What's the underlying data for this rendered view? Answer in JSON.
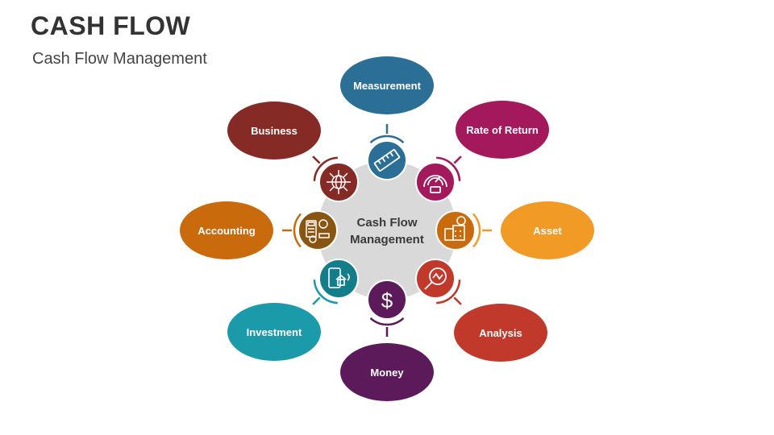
{
  "header": {
    "title": "CASH FLOW",
    "subtitle": "Cash Flow Management"
  },
  "center": {
    "line1": "Cash Flow",
    "line2": "Management",
    "color": "#d9d9d9"
  },
  "nodes": [
    {
      "label": "Measurement",
      "color": "#2b6f97",
      "icon": "ruler-icon"
    },
    {
      "label": "Rate of Return",
      "color": "#a4195c",
      "icon": "speedometer-icon"
    },
    {
      "label": "Asset",
      "color": "#f19a25",
      "icon": "buildings-dollar-icon"
    },
    {
      "label": "Analysis",
      "color": "#c0392b",
      "icon": "magnifier-chart-icon"
    },
    {
      "label": "Money",
      "color": "#5c1a5a",
      "icon": "dollar-icon"
    },
    {
      "label": "Investment",
      "color": "#1b9aaa",
      "icon": "mobile-house-icon"
    },
    {
      "label": "Accounting",
      "color": "#c96b0c",
      "icon": "calculator-coins-icon"
    },
    {
      "label": "Business",
      "color": "#862a25",
      "icon": "globe-network-icon"
    }
  ]
}
